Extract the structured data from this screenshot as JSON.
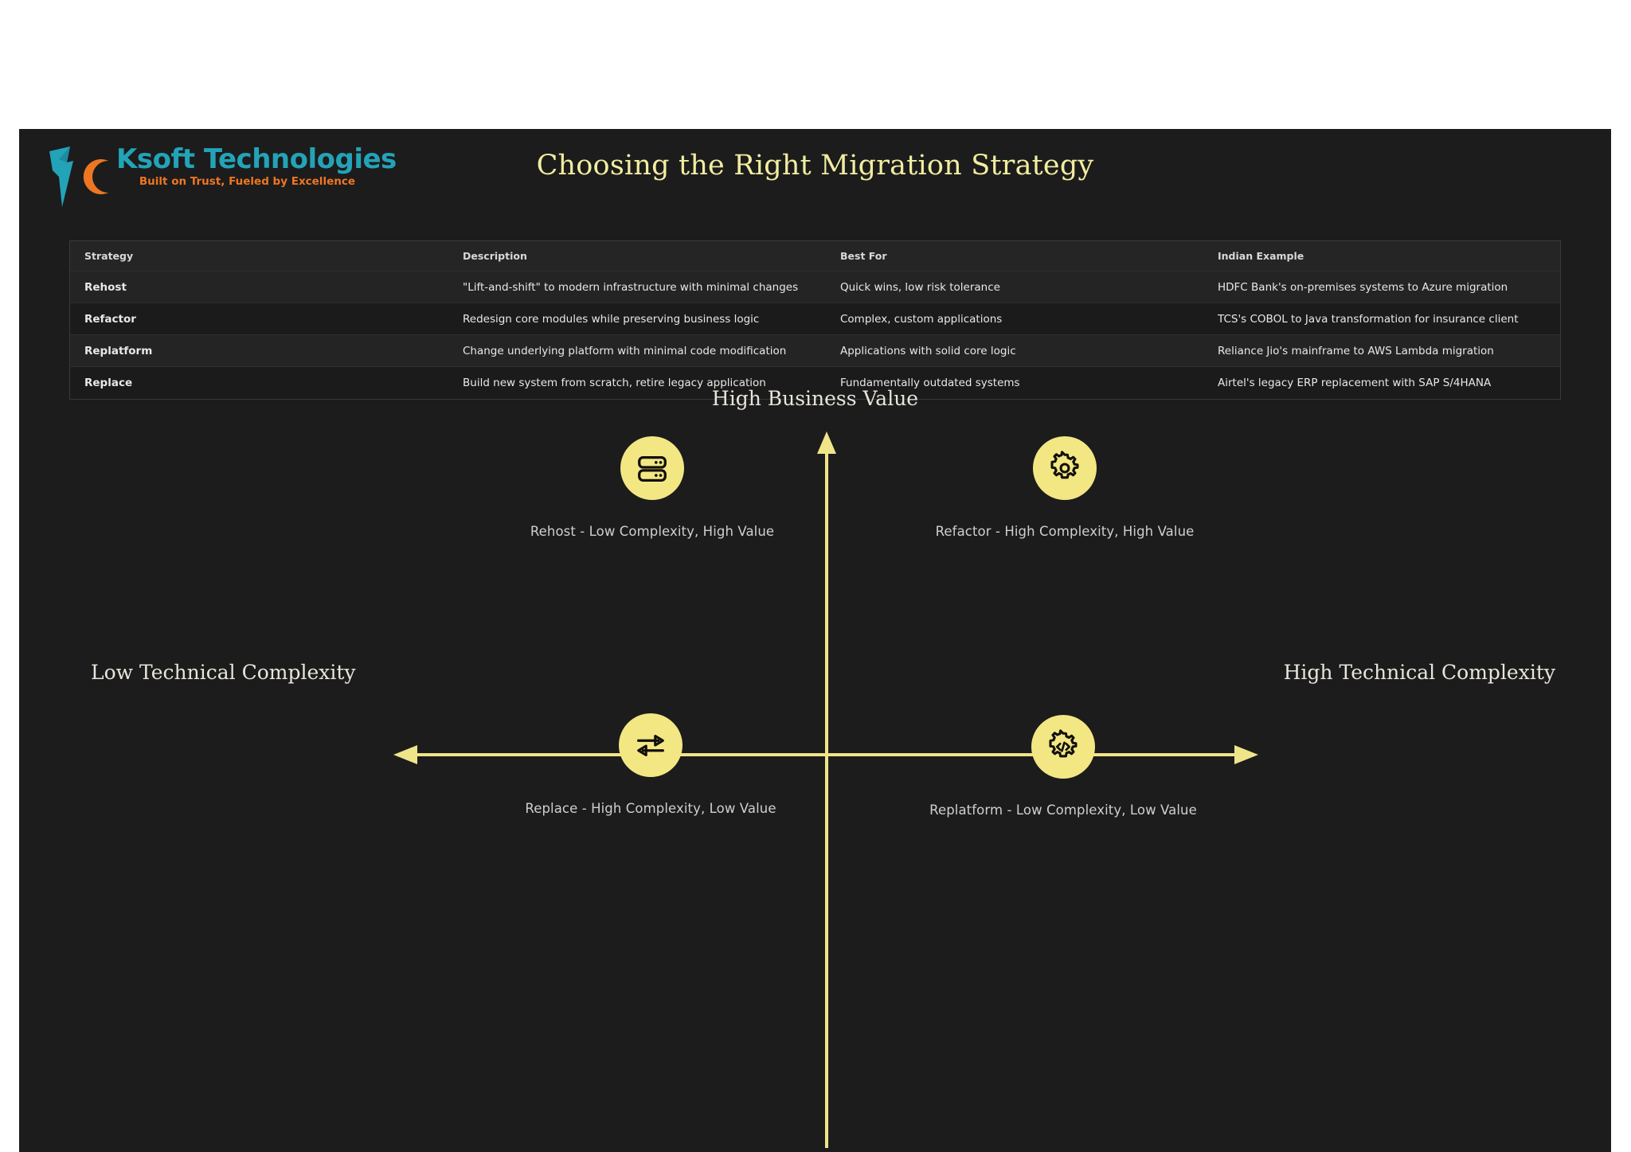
{
  "brand": {
    "name": "Ksoft Technologies",
    "tagline": "Built on Trust, Fueled by Excellence",
    "logo_icon": "ksoft-bird-c-logo",
    "teal": "#23a3b8",
    "orange": "#ee7623"
  },
  "slide": {
    "title": "Choosing the Right Migration Strategy",
    "background": "#1c1c1c",
    "accent": "#f3e784",
    "title_color": "#f2eda0"
  },
  "table": {
    "columns": [
      "Strategy",
      "Description",
      "Best For",
      "Indian Example"
    ],
    "rows": [
      {
        "strategy": "Rehost",
        "description": "\"Lift-and-shift\" to modern infrastructure with minimal changes",
        "best_for": "Quick wins, low risk tolerance",
        "indian_example": "HDFC Bank's on-premises systems to Azure migration"
      },
      {
        "strategy": "Refactor",
        "description": "Redesign core modules while preserving business logic",
        "best_for": "Complex, custom applications",
        "indian_example": "TCS's COBOL to Java transformation for insurance client"
      },
      {
        "strategy": "Replatform",
        "description": "Change underlying platform with minimal code modification",
        "best_for": "Applications with solid core logic",
        "indian_example": "Reliance Jio's mainframe to AWS Lambda migration"
      },
      {
        "strategy": "Replace",
        "description": "Build new system from scratch, retire legacy application",
        "best_for": "Fundamentally outdated systems",
        "indian_example": "Airtel's legacy ERP replacement with SAP S/4HANA"
      }
    ]
  },
  "chart_data": {
    "type": "scatter",
    "title": "Choosing the Right Migration Strategy",
    "xlabel": "Technical Complexity",
    "ylabel": "Business Value",
    "axis_labels": {
      "top": "High Business Value",
      "left": "Low Technical Complexity",
      "right": "High Technical Complexity"
    },
    "grid": false,
    "legend": "none",
    "quadrants": [
      {
        "id": "top-left",
        "label": "Rehost - Low Complexity, High Value",
        "strategy": "Rehost",
        "complexity": "Low",
        "value": "High",
        "icon": "server-stack-icon"
      },
      {
        "id": "top-right",
        "label": "Refactor - High Complexity, High Value",
        "strategy": "Refactor",
        "complexity": "High",
        "value": "High",
        "icon": "gear-icon"
      },
      {
        "id": "bottom-left",
        "label": "Replace - High Complexity, Low Value",
        "strategy": "Replace",
        "complexity": "High",
        "value": "Low",
        "icon": "swap-arrows-icon"
      },
      {
        "id": "bottom-right",
        "label": "Replatform - Low Complexity, Low Value",
        "strategy": "Replatform",
        "complexity": "Low",
        "value": "Low",
        "icon": "gear-code-icon"
      }
    ]
  }
}
